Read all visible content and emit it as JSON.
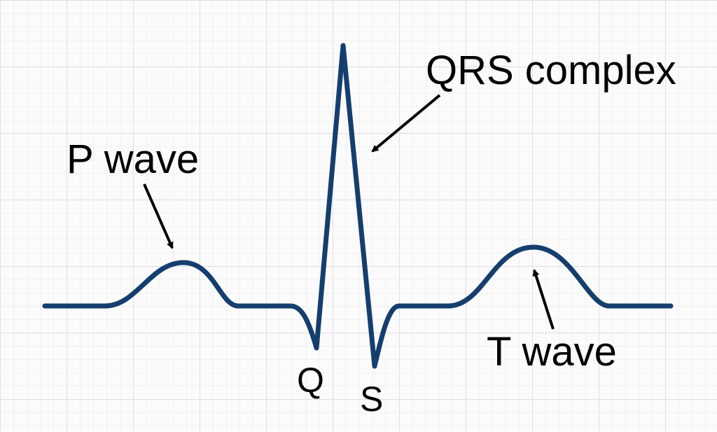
{
  "labels": {
    "p_wave": "P wave",
    "qrs_complex": "QRS complex",
    "t_wave": "T wave",
    "q": "Q",
    "s": "S"
  },
  "colors": {
    "trace": "#143e6e",
    "arrow": "#000000",
    "grid_minor": "#e7e7e7",
    "grid_major": "#d4d4d4",
    "background": "#fbfbfb"
  }
}
